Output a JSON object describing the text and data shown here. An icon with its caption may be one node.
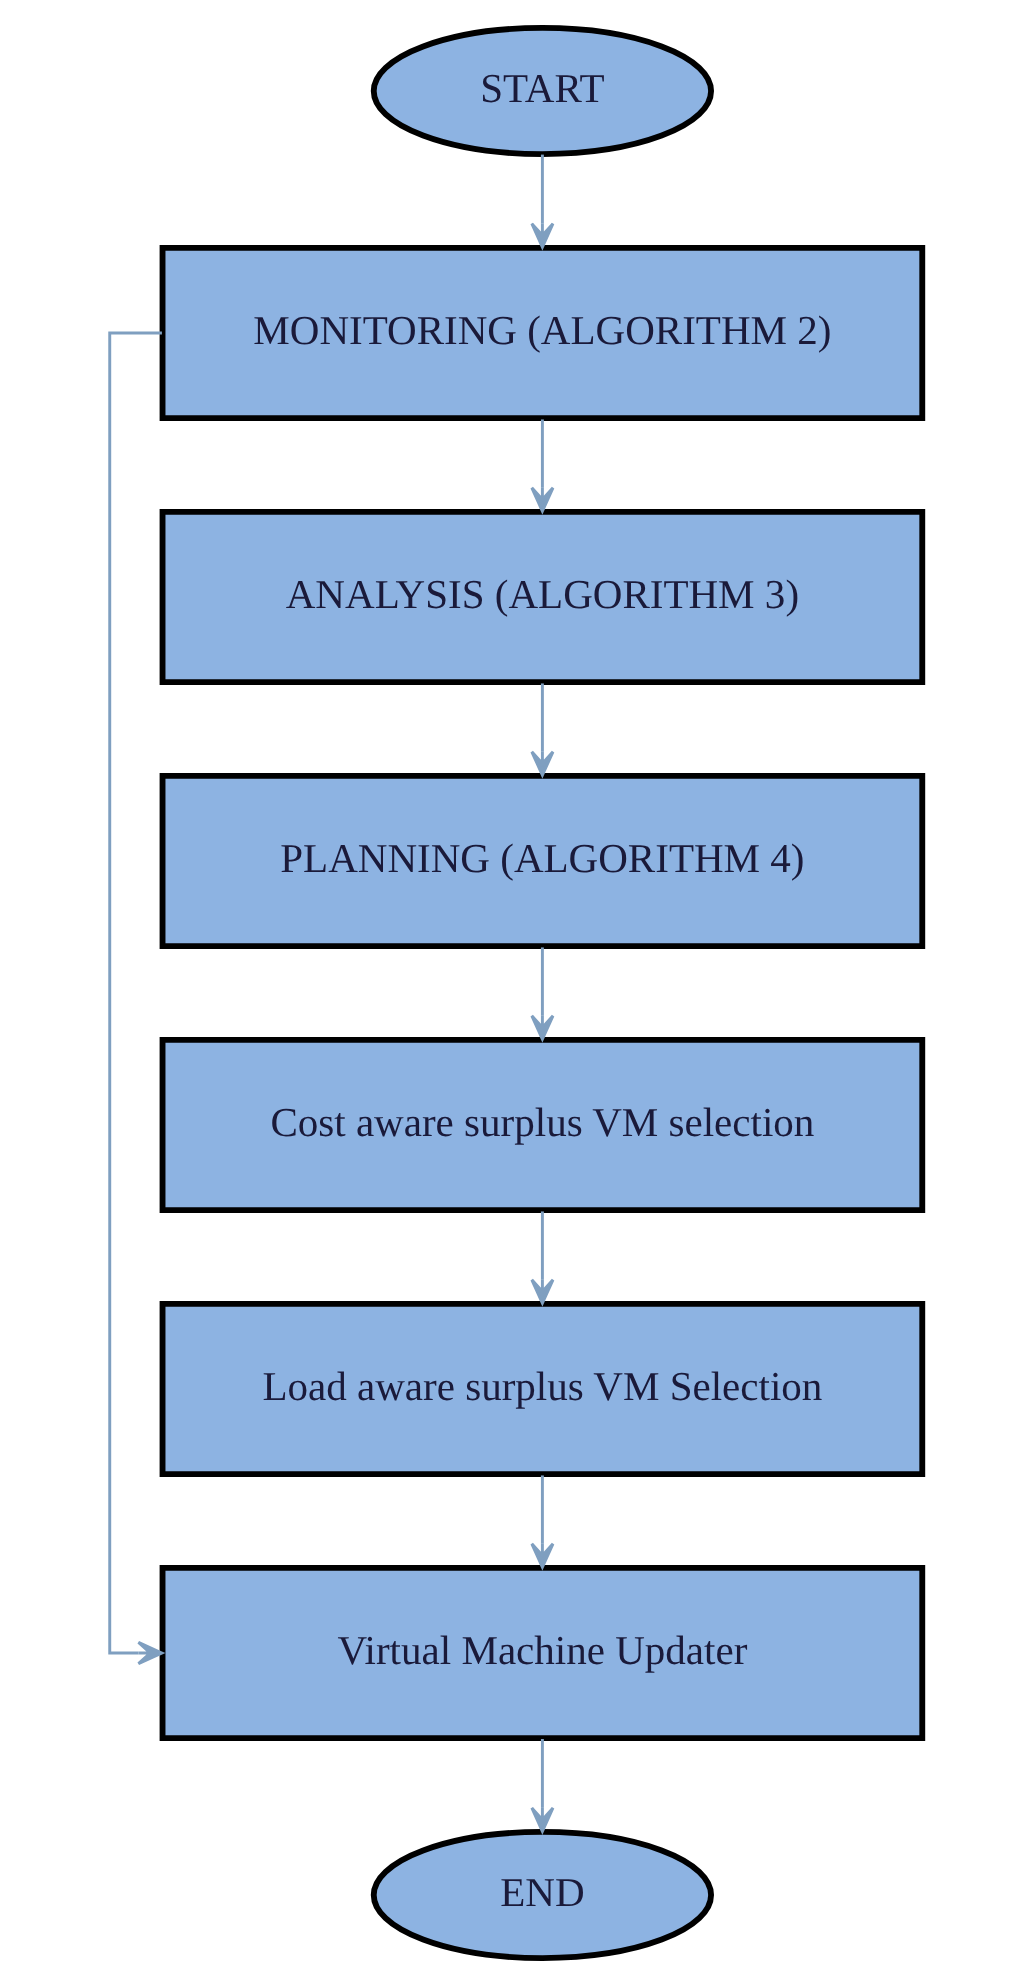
{
  "diagram": {
    "nodes": [
      {
        "text": [
          "START"
        ]
      },
      {
        "text": [
          "MONITORING (ALGORITHM 2)"
        ]
      },
      {
        "text": [
          "ANALYSIS (ALGORITHM 3)"
        ]
      },
      {
        "text": [
          "PLANNING (ALGORITHM 4)"
        ]
      },
      {
        "text": [
          "Cost aware surplus VM selection"
        ]
      },
      {
        "text": [
          "Load aware surplus VM Selection"
        ]
      },
      {
        "text": [
          "Virtual Machine Updater"
        ]
      },
      {
        "text": [
          "END"
        ]
      }
    ],
    "edges": [
      {
        "from": 0,
        "to": 1,
        "arrow": "to"
      },
      {
        "from": 1,
        "to": 2,
        "arrow": "to"
      },
      {
        "from": 2,
        "to": 3,
        "arrow": "to"
      },
      {
        "from": 3,
        "to": 4,
        "arrow": "to"
      },
      {
        "from": 4,
        "to": 5,
        "arrow": "to"
      },
      {
        "from": 5,
        "to": 6,
        "arrow": "to"
      },
      {
        "from": 1,
        "to": 6,
        "arrow": "to"
      },
      {
        "from": 6,
        "to": 7,
        "arrow": "to"
      }
    ]
  }
}
